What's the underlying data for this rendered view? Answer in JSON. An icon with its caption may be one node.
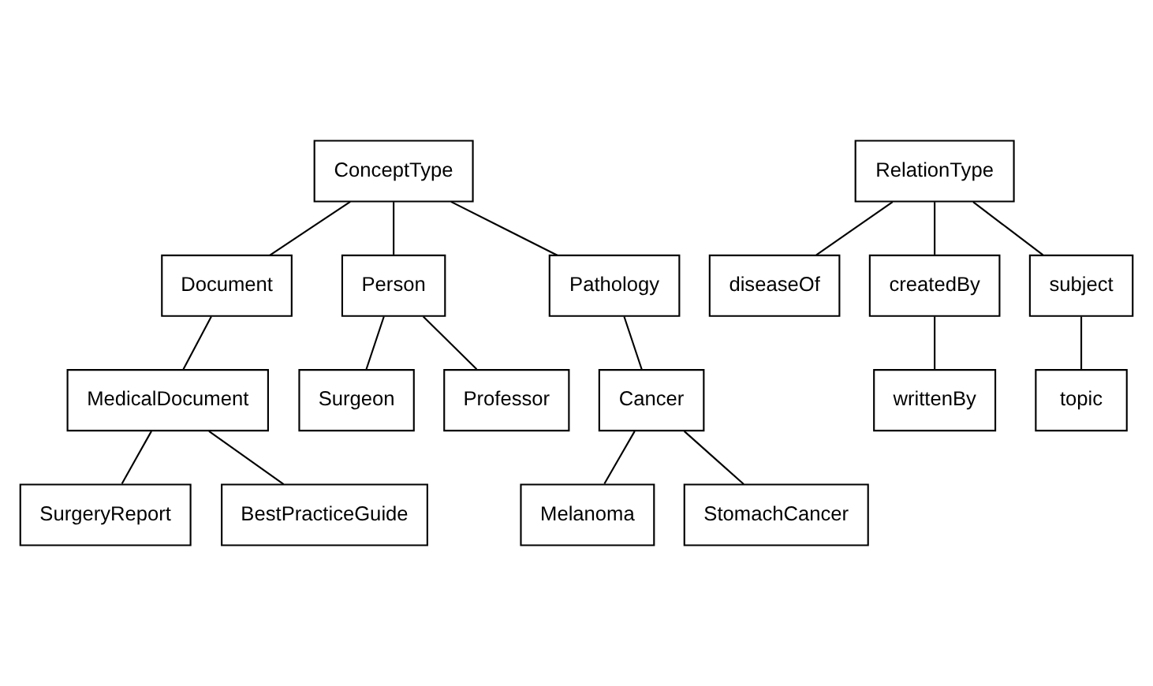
{
  "diagram": {
    "nodes": [
      {
        "text": [
          "ConceptType"
        ]
      },
      {
        "text": [
          "RelationType"
        ]
      },
      {
        "text": [
          "diseaseOf"
        ]
      },
      {
        "text": [
          "Document"
        ]
      },
      {
        "text": [
          "Person"
        ]
      },
      {
        "text": [
          "Pathology"
        ]
      },
      {
        "text": [
          "createdBy"
        ]
      },
      {
        "text": [
          "subject"
        ]
      },
      {
        "text": [
          "MedicalDocument"
        ]
      },
      {
        "text": [
          "Surgeon"
        ]
      },
      {
        "text": [
          "Cancer"
        ]
      },
      {
        "text": [
          "writtenBy"
        ]
      },
      {
        "text": [
          "topic"
        ]
      },
      {
        "text": [
          "Professor"
        ]
      },
      {
        "text": [
          "Melanoma"
        ]
      },
      {
        "text": [
          "SurgeryReport"
        ]
      },
      {
        "text": [
          "StomachCancer"
        ]
      },
      {
        "text": [
          "BestPracticeGuide"
        ]
      }
    ],
    "edges": [
      {
        "from": 0,
        "to": 3,
        "arrow": "none"
      },
      {
        "from": 0,
        "to": 4,
        "arrow": "none"
      },
      {
        "from": 0,
        "to": 5,
        "arrow": "none"
      },
      {
        "from": 1,
        "to": 2,
        "arrow": "none"
      },
      {
        "from": 1,
        "to": 6,
        "arrow": "none"
      },
      {
        "from": 1,
        "to": 7,
        "arrow": "none"
      },
      {
        "from": 3,
        "to": 8,
        "arrow": "none"
      },
      {
        "from": 4,
        "to": 9,
        "arrow": "none"
      },
      {
        "from": 4,
        "to": 13,
        "arrow": "none"
      },
      {
        "from": 5,
        "to": 10,
        "arrow": "none"
      },
      {
        "from": 6,
        "to": 11,
        "arrow": "none"
      },
      {
        "from": 7,
        "to": 12,
        "arrow": "none"
      },
      {
        "from": 8,
        "to": 15,
        "arrow": "none"
      },
      {
        "from": 8,
        "to": 17,
        "arrow": "none"
      },
      {
        "from": 10,
        "to": 14,
        "arrow": "none"
      },
      {
        "from": 10,
        "to": 16,
        "arrow": "none"
      }
    ]
  }
}
